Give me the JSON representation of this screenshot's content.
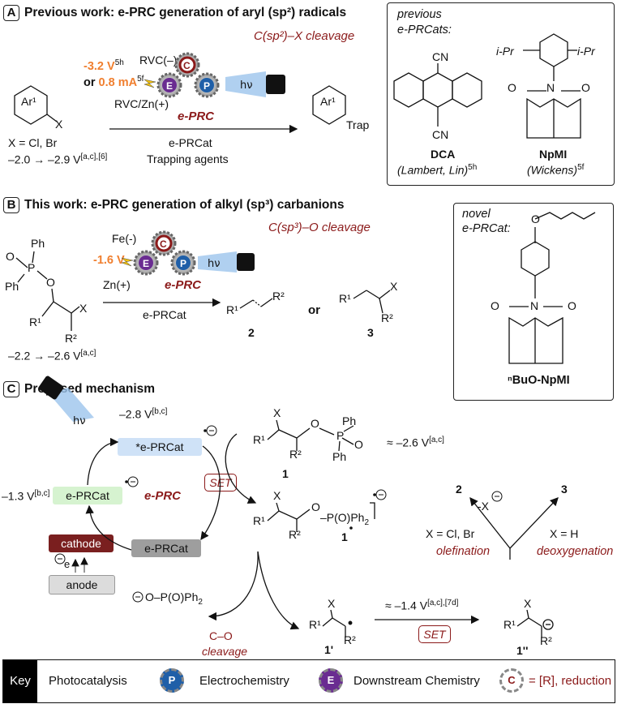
{
  "sectionA": {
    "letter": "A",
    "title": "Previous work: e-PRC generation of aryl (sp²) radicals",
    "bond": "C(sp²)–X cleavage",
    "v1": "-3.2 V",
    "v1ref": "5h",
    "or": "or",
    "current": "0.8 mA",
    "currentref": "5f",
    "rvc_minus": "RVC(–)",
    "rvc_plus": "RVC/Zn(+)",
    "eprc": "e-PRC",
    "eprcat": "e-PRCat",
    "trapping": "Trapping agents",
    "sm_label": "Ar¹",
    "sm_x": "X",
    "x_def": "X = Cl, Br",
    "range": "–2.0 → –2.9 V",
    "range_ref": "[a,c],[6]",
    "prod_label": "Ar¹",
    "prod_trap": "Trap"
  },
  "prevBox": {
    "title1": "previous",
    "title2": "e-PRCats:",
    "cn": "CN",
    "ipr": "i-Pr",
    "o": "O",
    "n": "N",
    "dca": "DCA",
    "dca_cite": "(Lambert, Lin)",
    "dca_ref": "5h",
    "npmi": "NpMI",
    "npmi_cite": "(Wickens)",
    "npmi_ref": "5f"
  },
  "sectionB": {
    "letter": "B",
    "title": "This work: e-PRC generation of alkyl (sp³) carbanions",
    "bond": "C(sp³)–O cleavage",
    "fe": "Fe(-)",
    "v": "-1.6 V",
    "zn": "Zn(+)",
    "eprc": "e-PRC",
    "eprcat": "e-PRCat",
    "ph": "Ph",
    "p": "P",
    "o": "O",
    "x": "X",
    "r1": "R¹",
    "r2": "R²",
    "range": "–2.2 → –2.6 V",
    "range_ref": "[a,c]",
    "or": "or",
    "p2": "2",
    "p3": "3"
  },
  "novelBox": {
    "title1": "novel",
    "title2": "e-PRCat:",
    "name": "ⁿBuO-NpMI"
  },
  "sectionC": {
    "letter": "C",
    "title": "Proposed mechanism",
    "v_star": "–2.8 V",
    "v_star_ref": "[b,c]",
    "star_cat": "*e-PRCat",
    "rad_cat": "e-PRCat",
    "v_rad": "–1.3 V",
    "v_rad_ref": "[b,c]",
    "ground_cat": "e-PRCat",
    "eprc": "e-PRC",
    "set": "SET",
    "set2": "SET",
    "cathode": "cathode",
    "anode": "anode",
    "electron": "e",
    "v_sub": "≈ –2.6 V",
    "v_sub_ref": "[a,c]",
    "cpd1": "1",
    "cpd1rad": "1",
    "cpd1p": "1'",
    "cpd1pp": "1''",
    "pooph2": "P(O)Ph",
    "leaving": "O–P(O)Ph",
    "co1": "C–O",
    "co2": "cleavage",
    "v_rad2": "≈ –1.4 V",
    "v_rad2_ref": "[a,c],[7d]",
    "p2": "2",
    "p3": "3",
    "minus_x": "-X",
    "x_clbr": "X = Cl, Br",
    "x_h": "X = H",
    "olef": "olefination",
    "deox": "deoxygenation",
    "hv": "hν"
  },
  "key": {
    "label": "Key",
    "photo": "Photocatalysis",
    "electro": "Electrochemistry",
    "down": "Downstream Chemistry",
    "eq": "= [R], reduction"
  },
  "colors": {
    "accent_red": "#8b1a1a",
    "orange": "#f07f2f",
    "purple": "#6a2c91",
    "blue": "#1f5fa8",
    "star_bg": "#cfe2f7",
    "rad_bg": "#d6f3d0",
    "ground_bg": "#9a9a9a",
    "cathode_bg": "#7a1f1f",
    "anode_bg": "#d9d9d9"
  }
}
